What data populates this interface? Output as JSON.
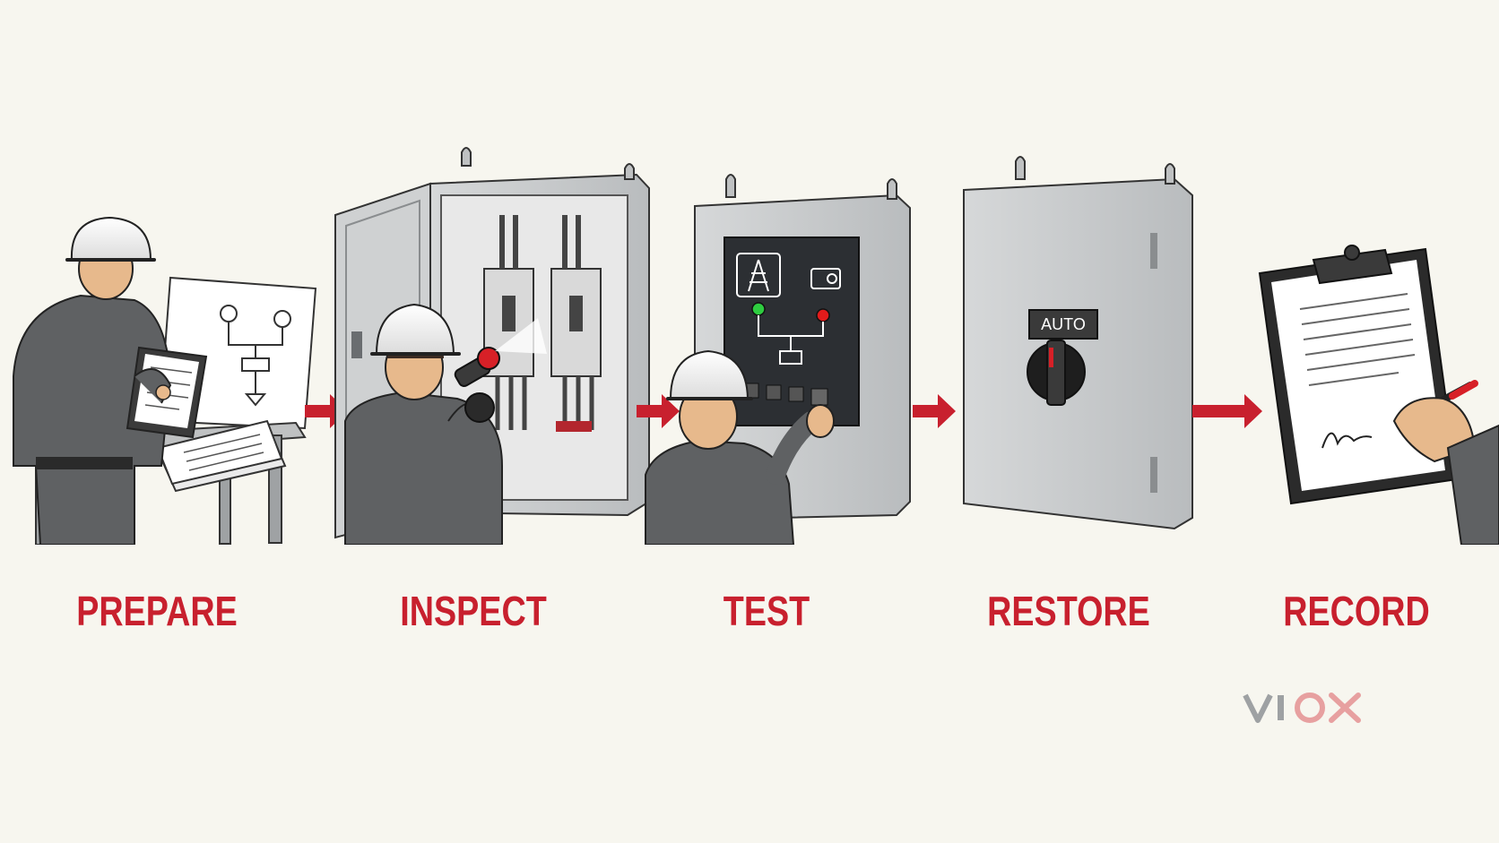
{
  "steps": [
    {
      "label": "PREPARE",
      "icon": "technician-with-clipboard-and-schematic"
    },
    {
      "label": "INSPECT",
      "icon": "technician-with-flashlight-at-open-panel"
    },
    {
      "label": "TEST",
      "icon": "technician-pressing-test-button"
    },
    {
      "label": "RESTORE",
      "icon": "closed-panel-with-selector-switch"
    },
    {
      "label": "RECORD",
      "icon": "hand-signing-clipboard-report"
    }
  ],
  "restore_panel": {
    "switch_label": "AUTO"
  },
  "brand": {
    "logo_text": "VIOX"
  },
  "colors": {
    "background": "#f7f6ef",
    "accent_red": "#c8202e",
    "panel_gray": "#c9cbcc",
    "uniform_gray": "#5f6163",
    "indicator_green": "#2ecc40",
    "indicator_red": "#e21b1b"
  }
}
